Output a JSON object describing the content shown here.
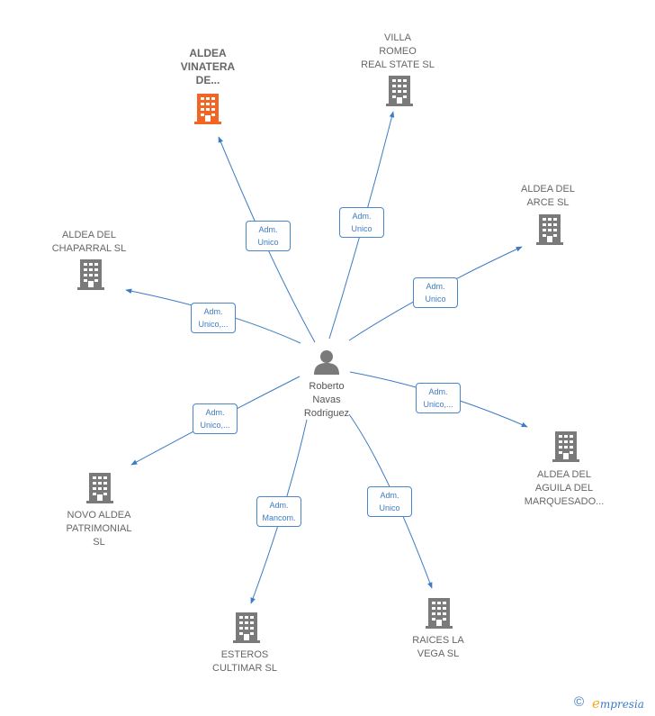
{
  "center": {
    "name_lines": [
      "Roberto",
      "Navas",
      "Rodriguez"
    ],
    "icon": "person-icon"
  },
  "companies": [
    {
      "id": "aldea-vinatera",
      "lines": [
        "ALDEA",
        "VINATERA",
        "DE..."
      ],
      "highlight": true,
      "role": [
        "Adm.",
        "Unico"
      ]
    },
    {
      "id": "villa-romeo",
      "lines": [
        "VILLA",
        "ROMEO",
        "REAL STATE  SL"
      ],
      "highlight": false,
      "role": [
        "Adm.",
        "Unico"
      ]
    },
    {
      "id": "aldea-del-arce",
      "lines": [
        "ALDEA DEL",
        "ARCE  SL"
      ],
      "highlight": false,
      "role": [
        "Adm.",
        "Unico"
      ]
    },
    {
      "id": "aldea-del-chaparral",
      "lines": [
        "ALDEA DEL",
        "CHAPARRAL  SL"
      ],
      "highlight": false,
      "role": [
        "Adm.",
        "Unico,..."
      ]
    },
    {
      "id": "aldea-del-aguila",
      "lines": [
        "ALDEA DEL",
        "AGUILA DEL",
        "MARQUESADO..."
      ],
      "highlight": false,
      "role": [
        "Adm.",
        "Unico,..."
      ]
    },
    {
      "id": "novo-aldea",
      "lines": [
        "NOVO ALDEA",
        "PATRIMONIAL",
        "SL"
      ],
      "highlight": false,
      "role": [
        "Adm.",
        "Unico,..."
      ]
    },
    {
      "id": "raices-la-vega",
      "lines": [
        "RAICES LA",
        "VEGA  SL"
      ],
      "highlight": false,
      "role": [
        "Adm.",
        "Unico"
      ]
    },
    {
      "id": "esteros-cultimar",
      "lines": [
        "ESTEROS",
        "CULTIMAR  SL"
      ],
      "highlight": false,
      "role": [
        "Adm.",
        "Mancom."
      ]
    }
  ],
  "colors": {
    "edge": "#3d7bc4",
    "building": "#7a7a7a",
    "building_highlight": "#f26522",
    "person": "#7a7a7a"
  },
  "footer": {
    "copyright_symbol": "©",
    "brand_initial": "e",
    "brand_rest": "mpresia"
  }
}
